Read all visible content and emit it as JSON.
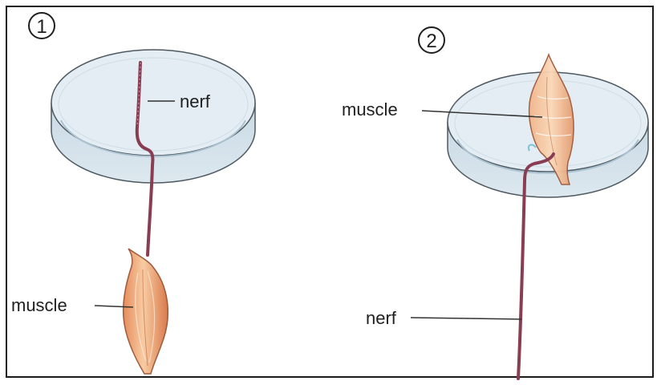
{
  "panels": [
    {
      "number": "1",
      "labels": {
        "dish_label": "nerf",
        "hanging_label": "muscle"
      }
    },
    {
      "number": "2",
      "labels": {
        "dish_label": "muscle",
        "hanging_label": "nerf"
      }
    }
  ],
  "colors": {
    "frame": "#1a1a1a",
    "dish_fill": "#e3edf3",
    "dish_rim": "#bdd0dd",
    "dish_outline": "#4e5961",
    "nerve": "#8a3d52",
    "muscle_light": "#f6c7a0",
    "muscle_dark": "#e18a5c",
    "muscle_outline": "#9d5a3c",
    "leader_line": "#333333"
  }
}
